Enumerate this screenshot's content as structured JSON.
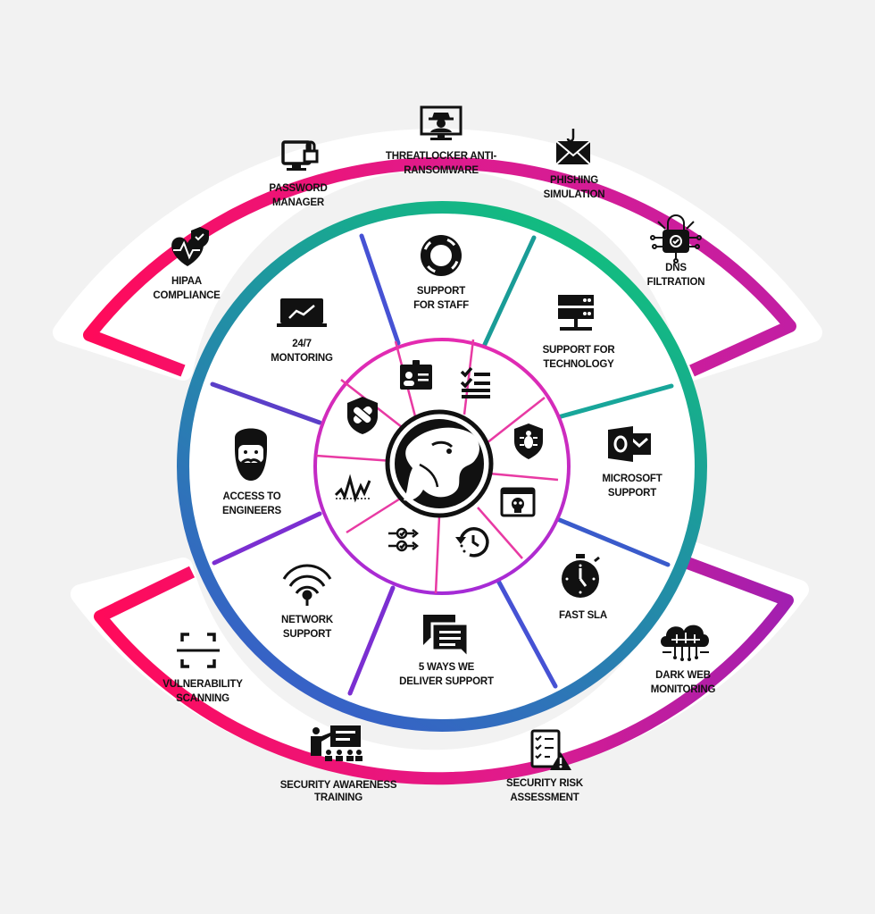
{
  "center": {
    "logo_name": "cougar-logo-icon"
  },
  "inner_ring": [
    {
      "icon": "id-card-icon"
    },
    {
      "icon": "checklist-icon"
    },
    {
      "icon": "shield-bug-icon"
    },
    {
      "icon": "browser-skull-icon"
    },
    {
      "icon": "history-clock-icon"
    },
    {
      "icon": "settings-check-icon"
    },
    {
      "icon": "signal-wave-icon"
    },
    {
      "icon": "shield-bandage-icon"
    }
  ],
  "middle_ring": [
    {
      "icon": "lifebuoy-icon",
      "label": [
        "SUPPORT",
        "FOR STAFF"
      ]
    },
    {
      "icon": "server-icon",
      "label": [
        "SUPPORT FOR",
        "TECHNOLOGY"
      ]
    },
    {
      "icon": "outlook-icon",
      "label": [
        "MICROSOFT",
        "SUPPORT"
      ]
    },
    {
      "icon": "stopwatch-icon",
      "label": [
        "FAST SLA"
      ]
    },
    {
      "icon": "chat-bubbles-icon",
      "label": [
        "5 WAYS WE",
        "DELIVER SUPPORT"
      ]
    },
    {
      "icon": "wifi-icon",
      "label": [
        "NETWORK",
        "SUPPORT"
      ]
    },
    {
      "icon": "engineer-face-icon",
      "label": [
        "ACCESS TO",
        "ENGINEERS"
      ]
    },
    {
      "icon": "laptop-chart-icon",
      "label": [
        "24/7",
        "MONTORING"
      ]
    }
  ],
  "outer_top": [
    {
      "icon": "heart-shield-icon",
      "label": [
        "HIPAA",
        "COMPLIANCE"
      ]
    },
    {
      "icon": "computer-lock-icon",
      "label": [
        "PASSWORD",
        "MANAGER"
      ]
    },
    {
      "icon": "hacker-screen-icon",
      "label": [
        "THREATLOCKER ANTI-",
        "RANSOMWARE"
      ]
    },
    {
      "icon": "phishing-envelope-icon",
      "label": [
        "PHISHING",
        "SIMULATION"
      ]
    },
    {
      "icon": "padlock-network-icon",
      "label": [
        "DNS",
        "FILTRATION"
      ]
    }
  ],
  "outer_bottom": [
    {
      "icon": "scan-frame-icon",
      "label": [
        "VULNERABILITY",
        "SCANNING"
      ]
    },
    {
      "icon": "presentation-audience-icon",
      "label": [
        "SECURITY AWARENESS",
        "TRAINING"
      ]
    },
    {
      "icon": "checklist-warning-icon",
      "label": [
        "SECURITY RISK",
        "ASSESSMENT"
      ]
    },
    {
      "icon": "cloud-network-icon",
      "label": [
        "DARK WEB",
        "MONITORING"
      ]
    }
  ],
  "colors": {
    "background": "#f2f2f2",
    "outer_gradient": [
      "#ff0a5a",
      "#e01b8c",
      "#c21ea3"
    ],
    "middle_gradient": [
      "#10c37a",
      "#1e96a0",
      "#3a5bcb"
    ],
    "inner_gradient": [
      "#e52bb0",
      "#a52bd6"
    ],
    "divider_blue": "#4652d4",
    "divider_purple": "#7b2fd1",
    "divider_teal": "#1a9c97",
    "divider_pink": "#e83aa3",
    "icon": "#111111"
  }
}
